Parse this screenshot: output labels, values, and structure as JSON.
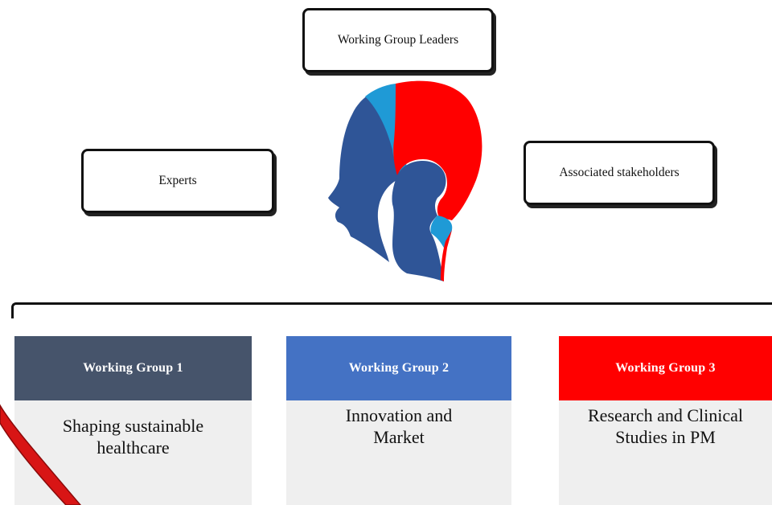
{
  "roles": {
    "leaders": "Working Group Leaders",
    "experts": "Experts",
    "stakeholders": "Associated stakeholders"
  },
  "working_groups": [
    {
      "title": "Working Group 1",
      "description": "Shaping sustainable healthcare",
      "color": "#46546b"
    },
    {
      "title": "Working Group 2",
      "description": "Innovation and Market",
      "color": "#4472c4"
    },
    {
      "title": "Working Group 3",
      "description": "Research and Clinical Studies in PM",
      "color": "#ff0000"
    }
  ],
  "colors": {
    "head_dark_blue": "#2f5597",
    "head_light_blue": "#1f9ad6",
    "head_red": "#ff0000",
    "swoosh_red": "#d81515"
  },
  "icons": {
    "center": "head-profile-icon",
    "corner": "red-swoosh-decoration"
  }
}
